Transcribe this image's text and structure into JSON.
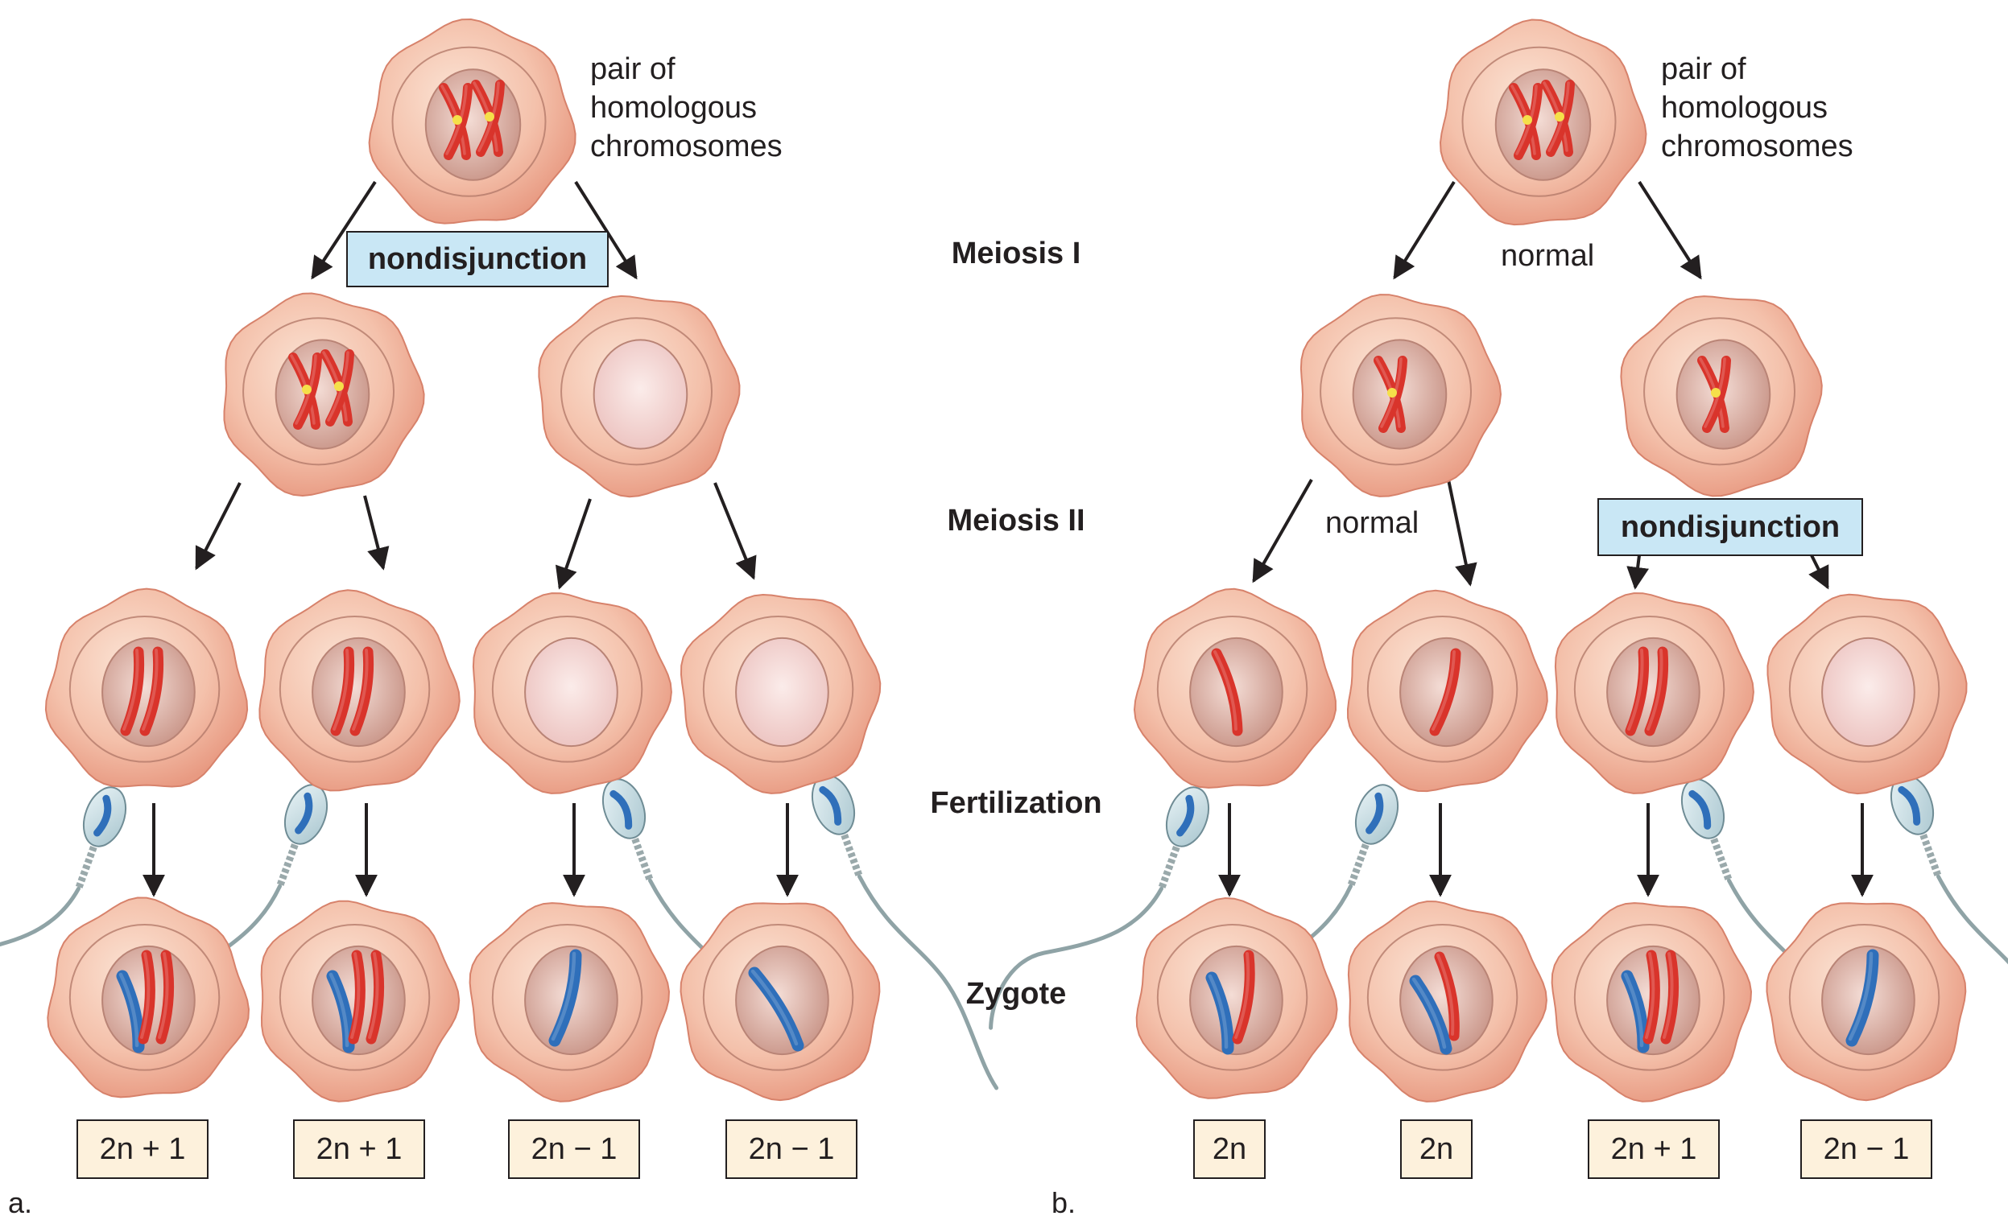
{
  "panels": {
    "a": {
      "panel_label": "a.",
      "top_label": "pair of\nhomologous\nchromosomes",
      "meiosis1_box": "nondisjunction",
      "results": [
        "2n + 1",
        "2n + 1",
        "2n − 1",
        "2n − 1"
      ]
    },
    "b": {
      "panel_label": "b.",
      "top_label": "pair of\nhomologous\nchromosomes",
      "meiosis1_note": "normal",
      "meiosis2_note": "normal",
      "meiosis2_box": "nondisjunction",
      "results": [
        "2n",
        "2n",
        "2n + 1",
        "2n − 1"
      ]
    }
  },
  "stages": {
    "meiosis1": "Meiosis I",
    "meiosis2": "Meiosis II",
    "fertilization": "Fertilization",
    "zygote": "Zygote"
  },
  "colors": {
    "cell_fill": "#f2b9a2",
    "nucleus_fill": "#d7a99c",
    "maternal_chromosome": "#d9342b",
    "paternal_chromosome": "#2f6fba",
    "centromere": "#f5e04a",
    "box_nondisjunction": "#c9e7f5",
    "box_result": "#fdf1dc"
  }
}
